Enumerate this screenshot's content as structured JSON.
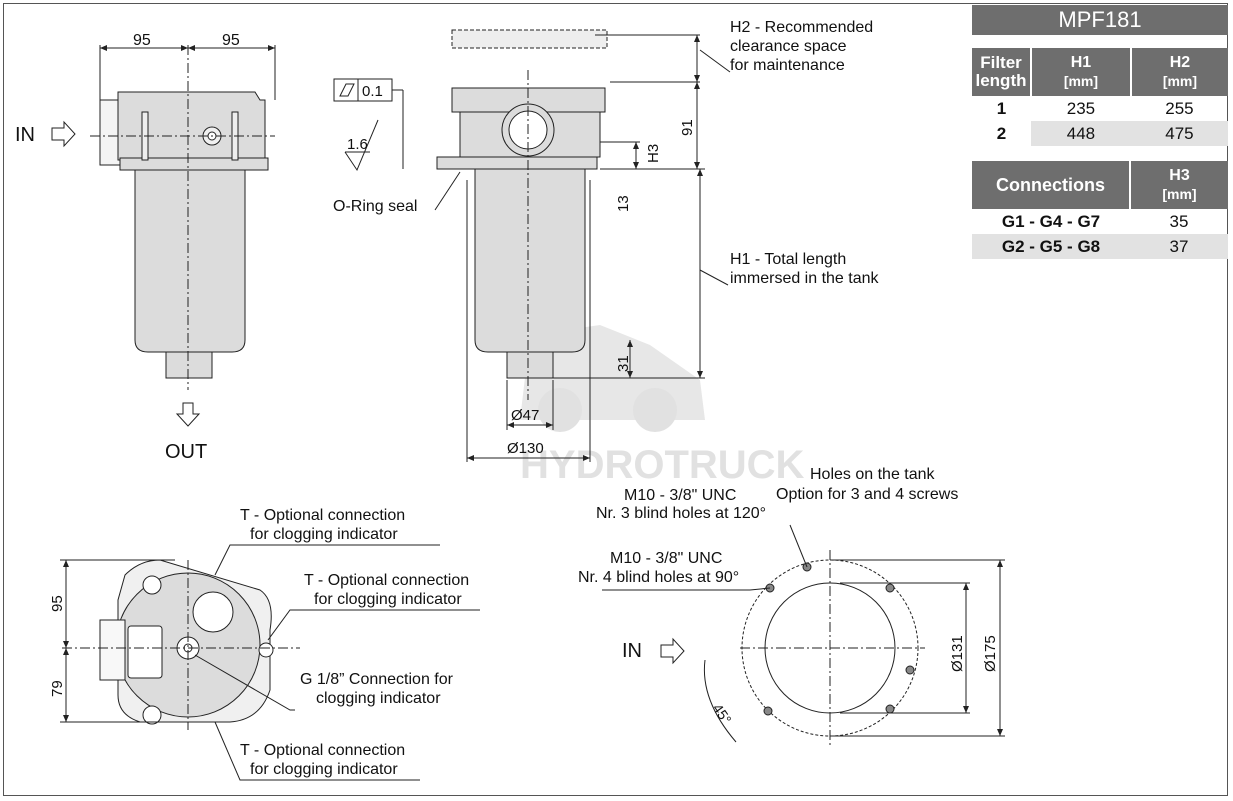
{
  "model": "MPF181",
  "watermark": "HYDROTRUCK",
  "labels": {
    "in": "IN",
    "out": "OUT",
    "in_bottom": "IN",
    "dim_95_a": "95",
    "dim_95_b": "95",
    "h2_line1": "H2 - Recommended",
    "h2_line2": "clearance space",
    "h2_line3": "for maintenance",
    "flatness": "0.1",
    "roughness": "1.6",
    "oring": "O-Ring seal",
    "dim_91": "91",
    "dim_h3": "H3",
    "dim_13": "13",
    "h1_line1": "H1 - Total length",
    "h1_line2": "immersed in the tank",
    "dim_31": "31",
    "dia_47": "Ø47",
    "dia_130": "Ø130",
    "t1_line1": "T - Optional connection",
    "t1_line2": "for clogging indicator",
    "t2_line1": "T - Optional connection",
    "t2_line2": "for clogging indicator",
    "g_line1": "G 1/8” Connection for",
    "g_line2": "clogging indicator",
    "t3_line1": "T - Optional connection",
    "t3_line2": "for clogging indicator",
    "dim_95_v": "95",
    "dim_79_v": "79",
    "holes_line1": "Holes on the tank",
    "holes_line2": "Option for 3 and 4 screws",
    "m10a_line1": "M10 - 3/8\" UNC",
    "m10a_line2": "Nr. 3 blind holes at 120°",
    "m10b_line1": "M10 - 3/8\" UNC",
    "m10b_line2": "Nr. 4 blind holes at 90°",
    "dia_131": "Ø131",
    "dia_175": "Ø175",
    "angle_45": "45°"
  },
  "filter_table": {
    "headers": [
      {
        "main": "Filter",
        "sub": "length"
      },
      {
        "main": "H1",
        "sub": "[mm]"
      },
      {
        "main": "H2",
        "sub": "[mm]"
      }
    ],
    "rows": [
      {
        "length": "1",
        "h1": "235",
        "h2": "255"
      },
      {
        "length": "2",
        "h1": "448",
        "h2": "475"
      }
    ]
  },
  "conn_table": {
    "headers": [
      {
        "main": "Connections",
        "sub": ""
      },
      {
        "main": "H3",
        "sub": "[mm]"
      }
    ],
    "rows": [
      {
        "conn": "G1 - G4 - G7",
        "h3": "35"
      },
      {
        "conn": "G2 - G5 - G8",
        "h3": "37"
      }
    ]
  },
  "colors": {
    "header_bg": "#6e6e6e",
    "row_alt": "#e2e2e2",
    "part_fill": "#dcdcdc",
    "line": "#222222"
  }
}
